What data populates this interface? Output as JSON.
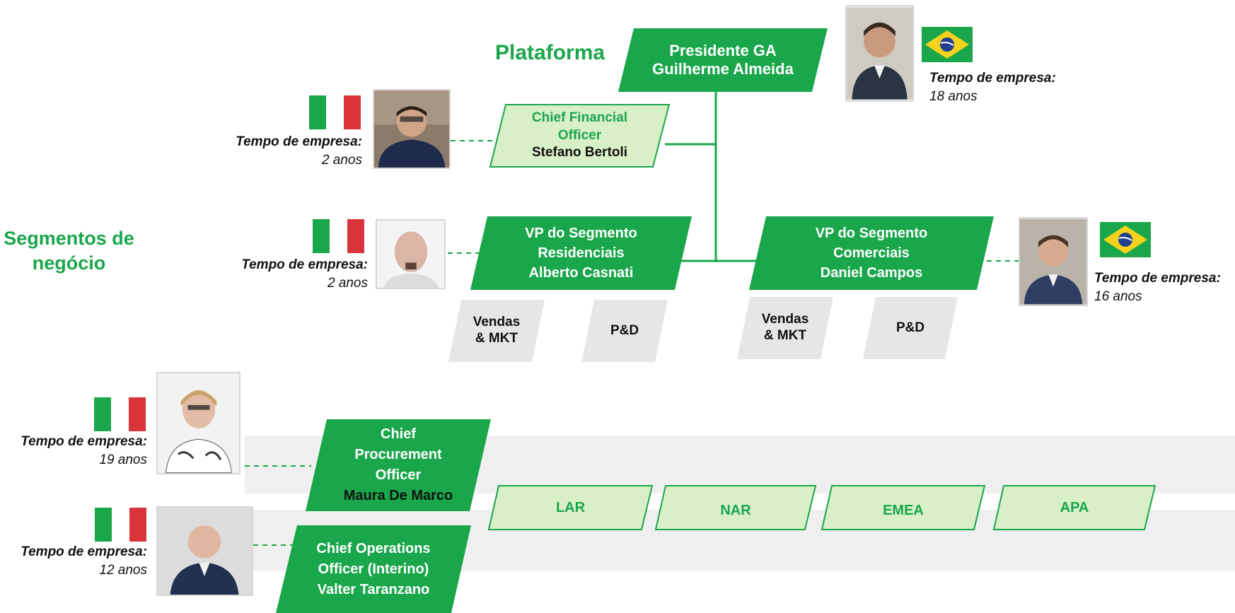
{
  "colors": {
    "green": "#1aa64a",
    "light_green": "#d8efc8",
    "gray_box": "#e6e6e6",
    "band": "#efefef"
  },
  "sections": {
    "plataforma": "Plataforma",
    "segmentos_line1": "Segmentos de",
    "segmentos_line2": "negócio"
  },
  "tenure_label": "Tempo de empresa:",
  "president": {
    "title": "Presidente GA",
    "name": "Guilherme Almeida",
    "tenure": "18 anos",
    "flag": "brazil-flag-icon"
  },
  "cfo": {
    "title_line1": "Chief Financial",
    "title_line2": "Officer",
    "name": "Stefano Bertoli",
    "tenure": "2 anos",
    "flag": "italy-flag-icon"
  },
  "vp_res": {
    "title_line1": "VP do Segmento",
    "title_line2": "Residenciais",
    "name": "Alberto Casnati",
    "tenure": "2 anos",
    "flag": "italy-flag-icon"
  },
  "vp_com": {
    "title_line1": "VP do Segmento",
    "title_line2": "Comerciais",
    "name": "Daniel Campos",
    "tenure": "16 anos",
    "flag": "brazil-flag-icon"
  },
  "sub_boxes": {
    "vendas_line1": "Vendas",
    "vendas_line2": "& MKT",
    "pd": "P&D"
  },
  "cpo": {
    "title_line1": "Chief",
    "title_line2": "Procurement",
    "title_line3": "Officer",
    "name": "Maura De Marco",
    "tenure": "19 anos",
    "flag": "italy-flag-icon"
  },
  "coo": {
    "title_line1": "Chief Operations",
    "title_line2": "Officer (Interino)",
    "name": "Valter Taranzano",
    "tenure": "12 anos",
    "flag": "italy-flag-icon"
  },
  "regions": [
    "LAR",
    "NAR",
    "EMEA",
    "APA"
  ]
}
